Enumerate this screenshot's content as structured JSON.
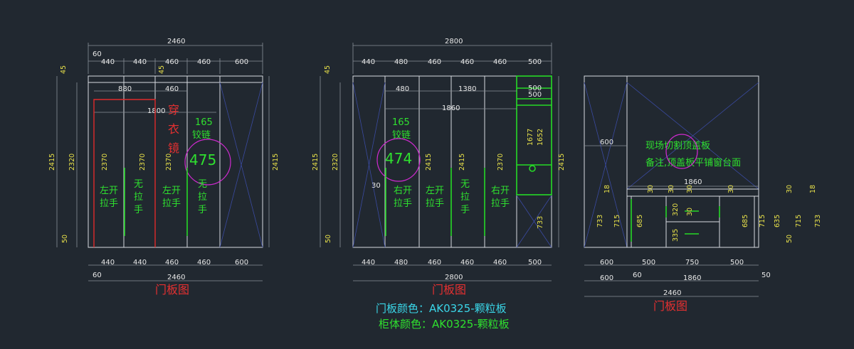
{
  "panel1": {
    "dims_top": {
      "overall": "2460",
      "offset": "60",
      "segments": [
        "440",
        "440",
        "460",
        "460",
        "600"
      ],
      "inner": [
        "880",
        "460"
      ],
      "depth": "1800",
      "top_gap": "45"
    },
    "dims_side": {
      "left_total": "2415",
      "left_inner": "2320",
      "right_total": "2415",
      "bottom": "50"
    },
    "door_heights": [
      "2370",
      "2370",
      "2370"
    ],
    "labels": {
      "mirror": "穿衣镜",
      "hinge_count": "165",
      "hinge": "铰链",
      "circle_num": "475",
      "door1": "左开拉手",
      "door2": "无拉手",
      "door3": "左开拉手",
      "door4": "无拉手"
    },
    "dims_bottom": {
      "segments": [
        "440",
        "440",
        "460",
        "460",
        "600"
      ],
      "offset": "60",
      "overall": "2460"
    },
    "caption": "门板图"
  },
  "panel2": {
    "dims_top": {
      "overall": "2800",
      "segments": [
        "440",
        "480",
        "460",
        "460",
        "460",
        "500"
      ],
      "inner": [
        "480",
        "1380"
      ],
      "depth": "1860",
      "top_gap": "45"
    },
    "dims_side": {
      "left_total": "2415",
      "left_inner": "2320",
      "bottom": "50",
      "right_total": "2415"
    },
    "door_heights": [
      "2415",
      "2415",
      "2370"
    ],
    "right_module": {
      "d1": "500",
      "d2": "500",
      "d3": "1677",
      "d4": "1652",
      "d5": "733"
    },
    "labels": {
      "hinge_count": "165",
      "hinge": "铰链",
      "circle_num": "474",
      "offset": "30",
      "door1": "右开拉手",
      "door2": "左开拉手",
      "door3": "无拉手",
      "door4": "右开拉手"
    },
    "dims_bottom": {
      "segments": [
        "440",
        "480",
        "460",
        "460",
        "460",
        "500"
      ],
      "overall": "2800"
    },
    "caption": "门板图"
  },
  "panel3": {
    "note1": "现场切割顶盖板",
    "note2": "备注,顶盖板平铺窗台面",
    "dims": {
      "top_width": "600",
      "mid_width": "1860",
      "h18a": "18",
      "h18b": "18",
      "h30a": "30",
      "h30b": "30",
      "h30c": "30",
      "h30d": "30",
      "h733a": "733",
      "h715a": "715",
      "h685a": "685",
      "h320": "320",
      "h335": "335",
      "h685b": "685",
      "h715b": "715",
      "h635": "635",
      "h715c": "715",
      "h733b": "733",
      "h50a": "50",
      "h50b": "50",
      "h30e": "30"
    },
    "dims_bottom": {
      "row1": [
        "600",
        "500",
        "750",
        "500"
      ],
      "row2": [
        "600",
        "60",
        "1860"
      ],
      "side": "50",
      "overall": "2460"
    },
    "caption": "门板图"
  },
  "footer": {
    "door_color": "门板颜色：AK0325-颗粒板",
    "body_color": "柜体颜色：AK0325-颗粒板"
  }
}
